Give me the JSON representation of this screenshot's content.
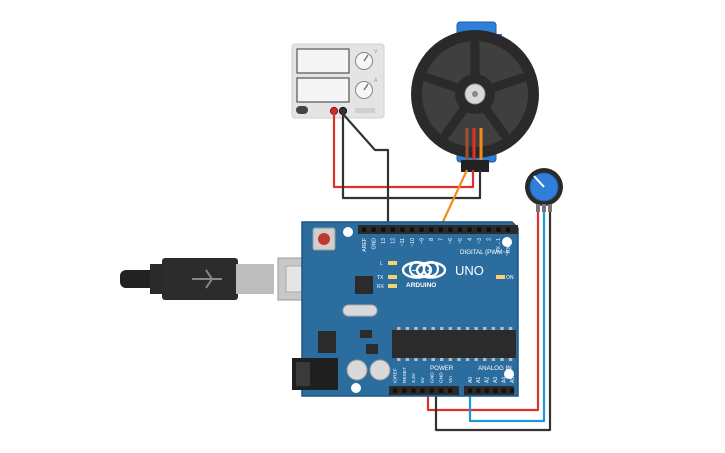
{
  "power_supply": {
    "label_v": "V",
    "label_a": "A"
  },
  "arduino": {
    "brand": "ARDUINO",
    "model": "UNO",
    "on_label": "ON",
    "led_labels": [
      "L",
      "TX",
      "RX"
    ],
    "digital_header": "DIGITAL (PWM~)",
    "digital_pins": [
      "AREF",
      "GND",
      "13",
      "12",
      "~11",
      "~10",
      "~9",
      "8",
      "7",
      "~6",
      "~5",
      "4",
      "~3",
      "2",
      "TX→1",
      "RX←0"
    ],
    "power_header": "POWER",
    "power_pins": [
      "IOREF",
      "RESET",
      "3.3V",
      "5V",
      "GND",
      "GND",
      "Vin"
    ],
    "analog_header": "ANALOG IN",
    "analog_pins": [
      "A0",
      "A1",
      "A2",
      "A3",
      "A4",
      "A5"
    ]
  },
  "colors": {
    "board": "#2c6da0",
    "wire_red": "#e0302a",
    "wire_black": "#333333",
    "wire_blue": "#1a9ad6",
    "wire_orange": "#f08c1e",
    "servo_body": "#2f7ed8",
    "pot_knob": "#2f7ed8"
  }
}
